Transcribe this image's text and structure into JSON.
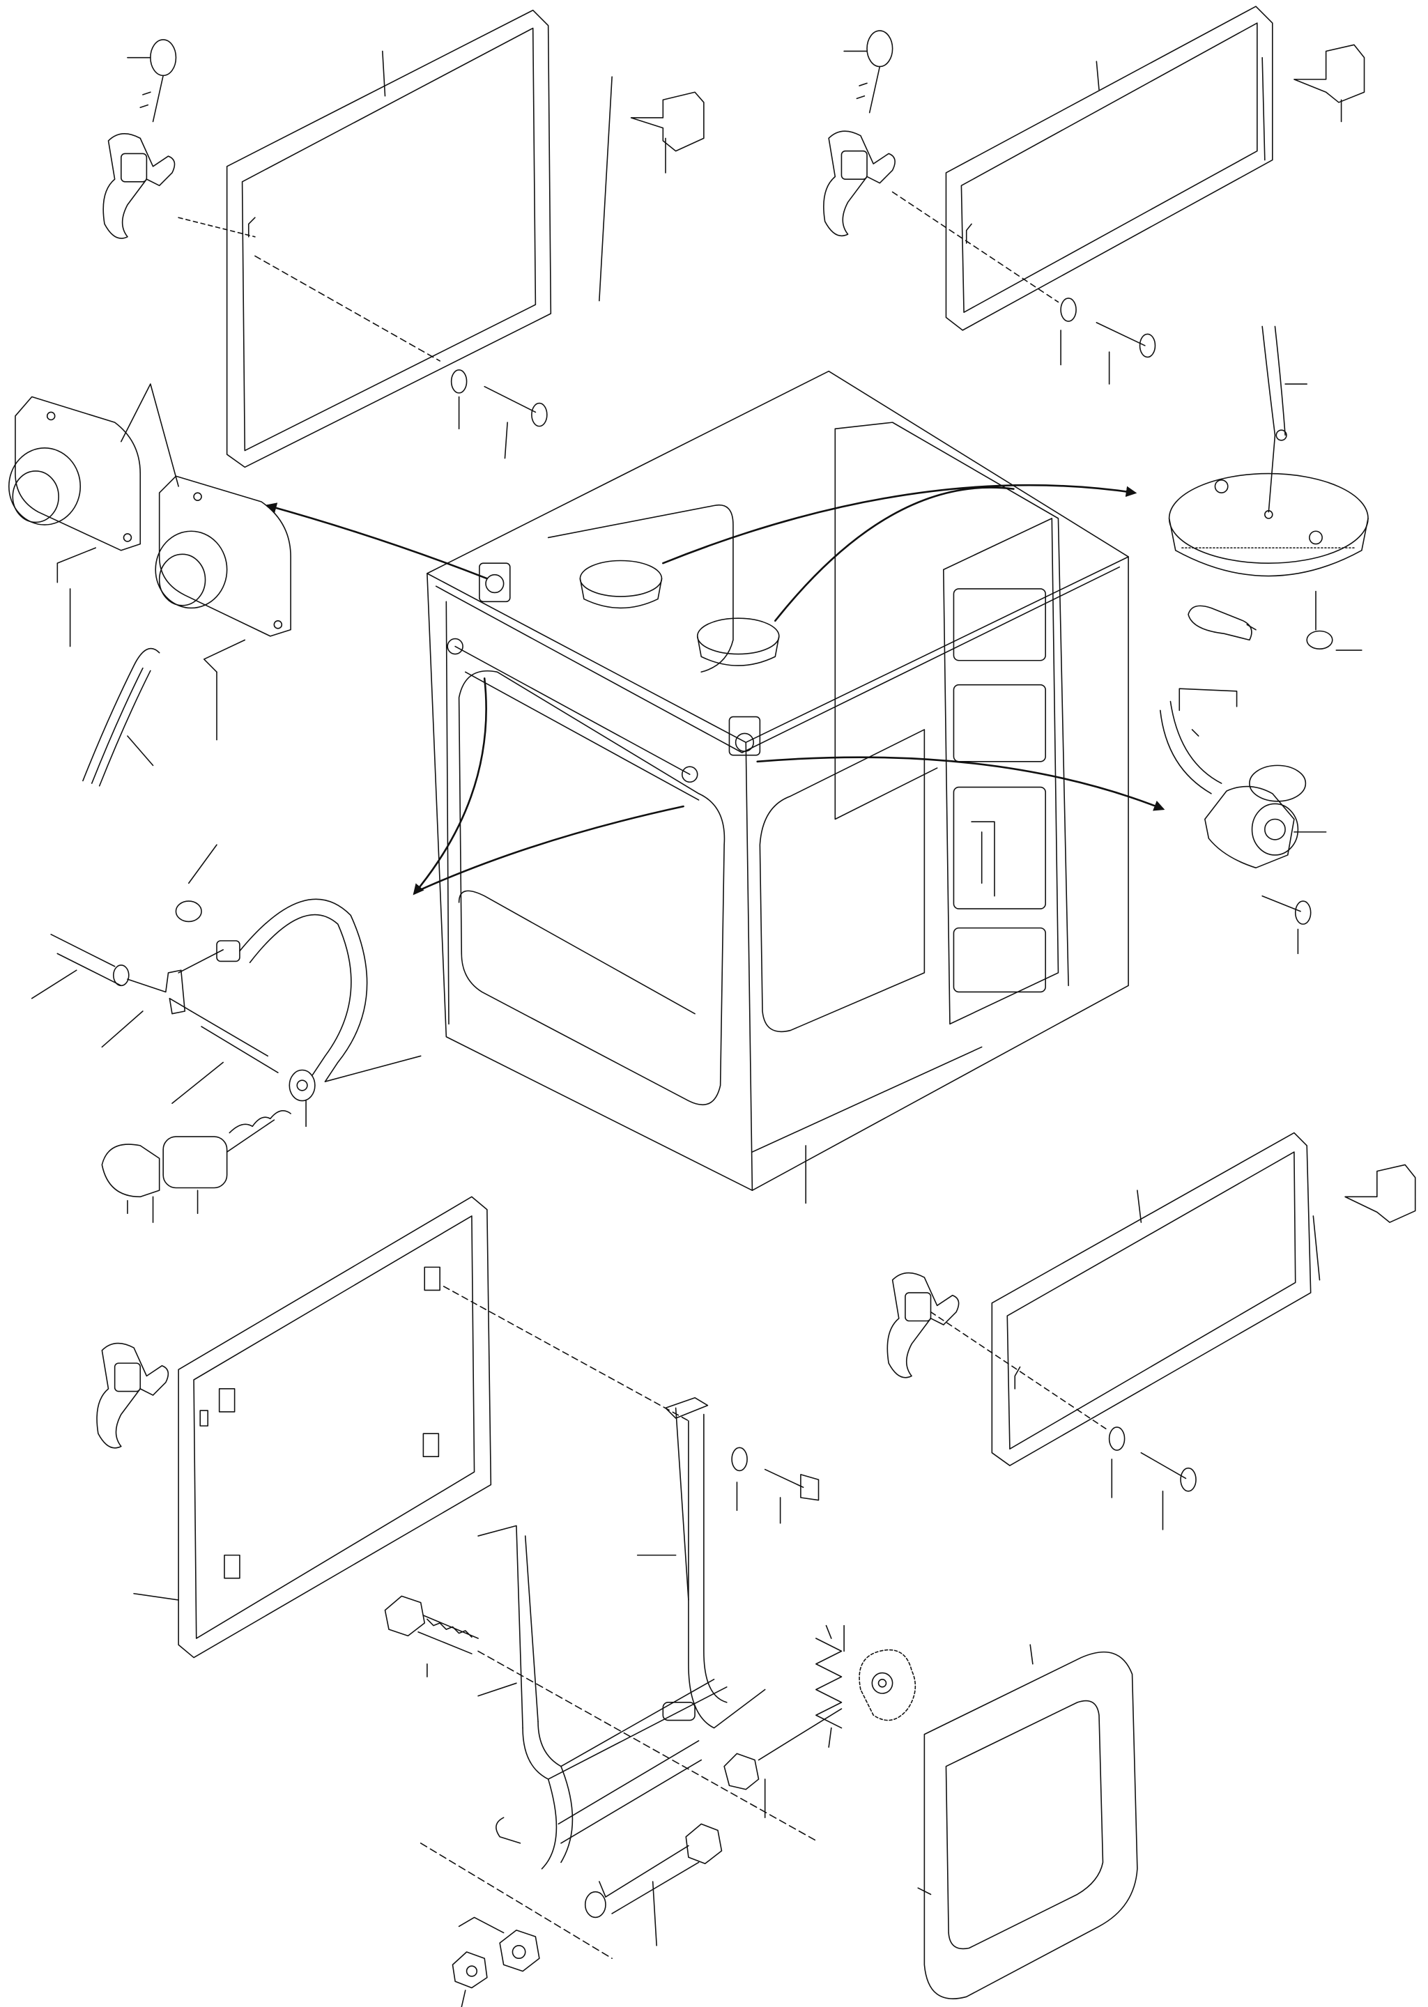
{
  "diagram": {
    "kind": "exploded-parts-illustration",
    "line_color": "#111111",
    "background": "#ffffff",
    "parts": [
      {
        "name": "cab-body"
      },
      {
        "name": "door-glass-top-left"
      },
      {
        "name": "door-glass-top-right"
      },
      {
        "name": "side-glass-right"
      },
      {
        "name": "door-glass-bottom-left"
      },
      {
        "name": "door-latch"
      },
      {
        "name": "key"
      },
      {
        "name": "striker-bracket"
      },
      {
        "name": "screw-with-washer"
      },
      {
        "name": "speaker"
      },
      {
        "name": "speaker-wires"
      },
      {
        "name": "dome-light"
      },
      {
        "name": "bulb"
      },
      {
        "name": "power-socket"
      },
      {
        "name": "washer-hose-assembly"
      },
      {
        "name": "door-hold-open-arm"
      },
      {
        "name": "spring"
      },
      {
        "name": "bolts-and-nuts"
      },
      {
        "name": "seat-cushion"
      }
    ]
  }
}
